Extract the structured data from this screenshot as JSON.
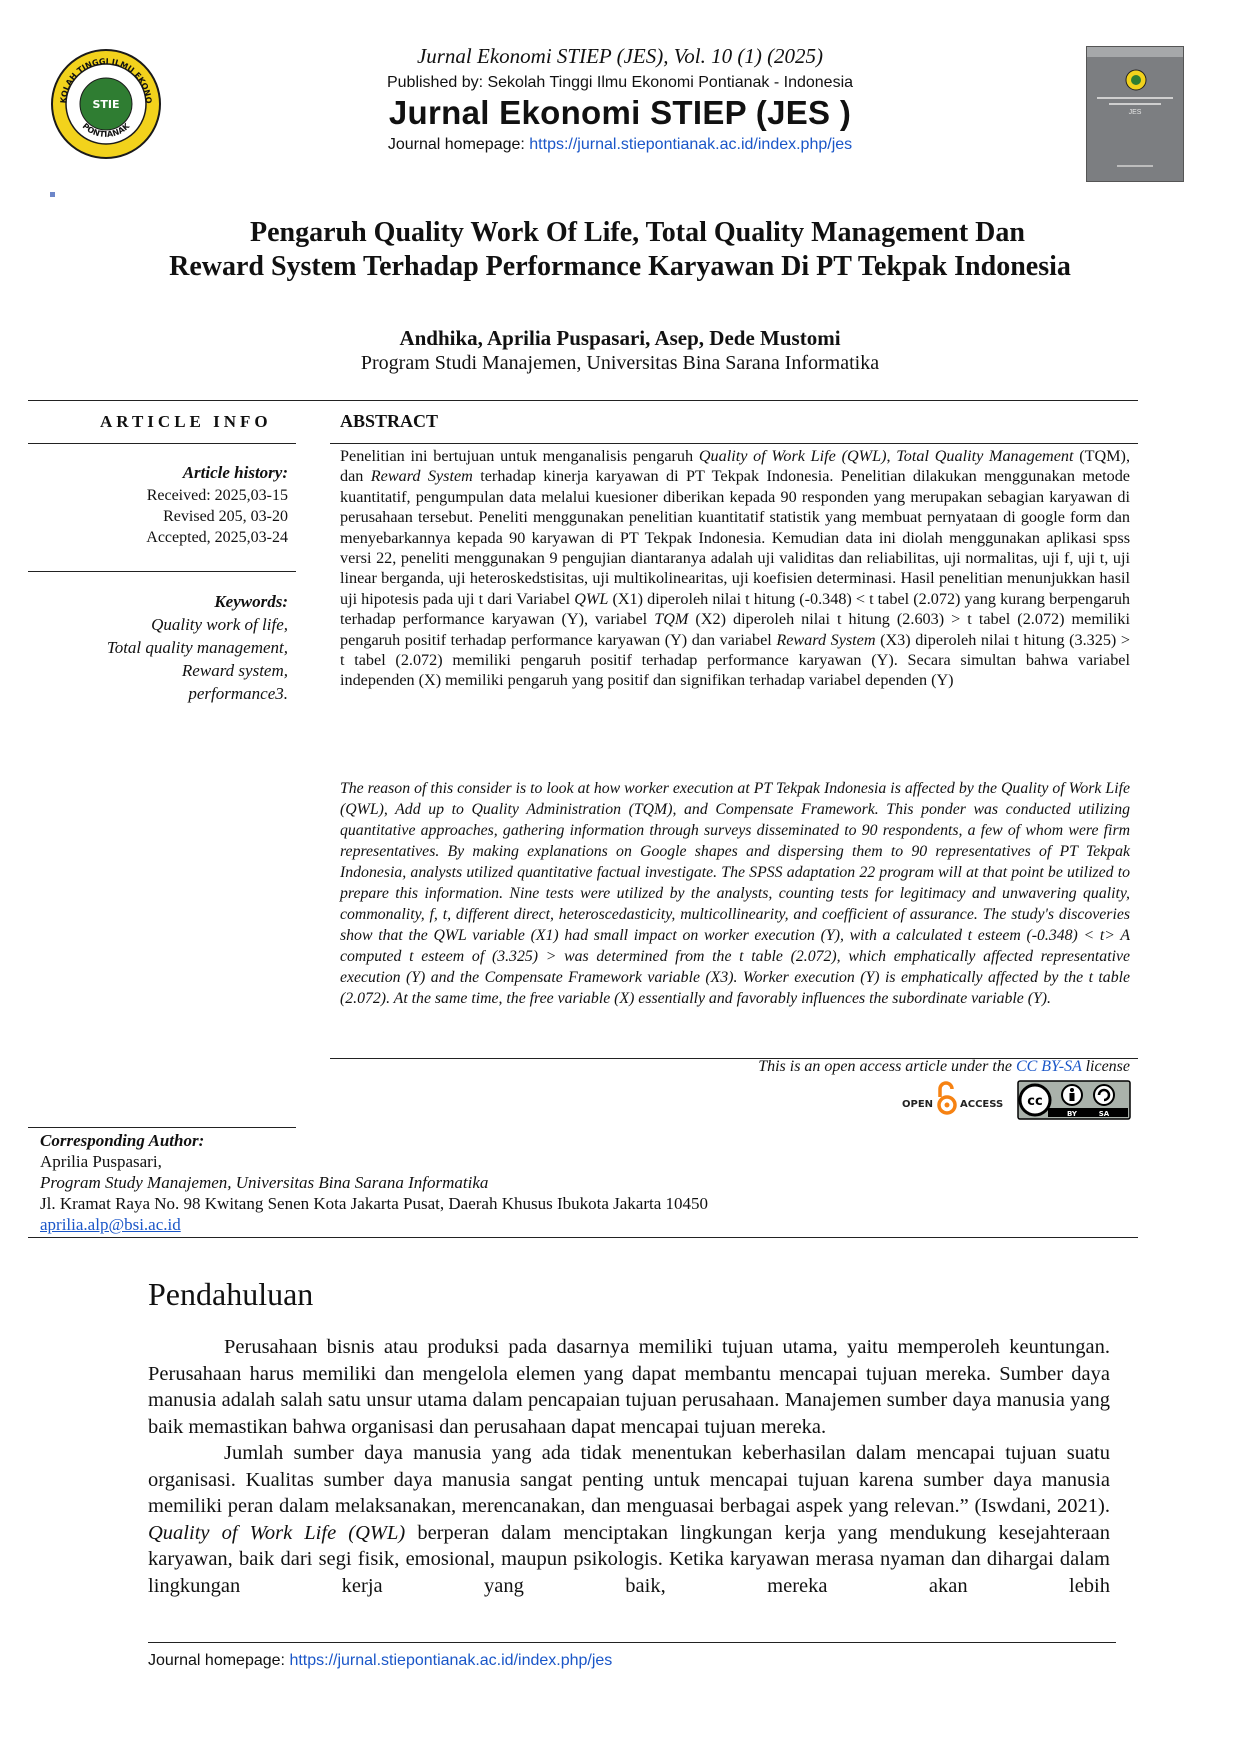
{
  "header": {
    "journal_line": "Jurnal Ekonomi STIEP (JES), Vol. 10 (1) (2025)",
    "publisher": "Published by: Sekolah Tinggi Ilmu Ekonomi Pontianak - Indonesia",
    "journal_name": "Jurnal Ekonomi STIEP (JES )",
    "homepage_label": "Journal homepage: ",
    "homepage_url": "https://jurnal.stiepontianak.ac.id/index.php/jes",
    "logo_text_top": "SEKOLAH TINGGI ILMU EKONOMI",
    "logo_text_bottom": "PONTIANAK",
    "logo_center": "STIE",
    "cover_label": "JES"
  },
  "paper": {
    "title_line1": "Pengaruh Quality Work Of Life, Total Quality Management Dan",
    "title_line2": "Reward System Terhadap Performance Karyawan Di PT Tekpak Indonesia",
    "authors": "Andhika, Aprilia Puspasari, Asep, Dede Mustomi",
    "affiliation": "Program Studi Manajemen, Universitas Bina Sarana Informatika"
  },
  "article_info": {
    "heading": "ARTICLE INFO",
    "history_label": "Article history:",
    "received": "Received: 2025,03-15",
    "revised": "Revised 205, 03-20",
    "accepted": "Accepted, 2025,03-24",
    "keywords_label": "Keywords:",
    "keywords": [
      "Quality work of life,",
      "Total quality management,",
      "Reward system,",
      "performance3."
    ]
  },
  "abstract": {
    "heading": "ABSTRACT",
    "id_p1": "Penelitian ini bertujuan untuk menganalisis pengaruh ",
    "id_i1": "Quality of Work Life (QWL)",
    "id_p2": ", ",
    "id_i2": "Total Quality Management",
    "id_p3": " (TQM), dan ",
    "id_i3": "Reward System",
    "id_p4": " terhadap kinerja karyawan di PT Tekpak Indonesia. Penelitian dilakukan menggunakan metode kuantitatif, pengumpulan data melalui kuesioner diberikan kepada 90 responden yang merupakan sebagian karyawan di perusahaan tersebut. Peneliti menggunakan penelitian kuantitatif statistik yang membuat pernyataan di google form dan menyebarkannya kepada 90 karyawan di PT Tekpak Indonesia. Kemudian data ini diolah menggunakan aplikasi spss versi 22, peneliti menggunakan 9 pengujian diantaranya adalah uji validitas dan reliabilitas, uji normalitas, uji f, uji t, uji linear berganda, uji heteroskedstisitas, uji multikolinearitas, uji koefisien determinasi. Hasil penelitian menunjukkan hasil uji hipotesis pada uji t dari Variabel ",
    "id_i4": "QWL",
    "id_p5": " (X1) diperoleh nilai t hitung (-0.348) < t tabel (2.072) yang kurang berpengaruh terhadap performance karyawan (Y), variabel ",
    "id_i5": "TQM",
    "id_p6": " (X2) diperoleh nilai t hitung (2.603) > t tabel (2.072) memiliki pengaruh positif terhadap performance karyawan (Y) dan variabel ",
    "id_i6": "Reward System",
    "id_p7": " (X3) diperoleh nilai t hitung (3.325) > t tabel (2.072) memiliki pengaruh positif terhadap performance karyawan (Y). Secara simultan bahwa variabel independen (X) memiliki pengaruh yang positif dan signifikan terhadap variabel dependen (Y)",
    "en": "The reason of this consider is to look at how worker execution at PT Tekpak Indonesia is affected by the Quality of Work Life (QWL), Add up to Quality Administration (TQM), and Compensate Framework. This ponder was conducted utilizing quantitative approaches, gathering information through surveys disseminated to 90 respondents, a few of whom were firm representatives. By making explanations on Google shapes and dispersing them to 90 representatives of PT Tekpak Indonesia, analysts utilized quantitative factual investigate. The SPSS adaptation 22 program will at that point be utilized to prepare this information. Nine tests were utilized by the analysts, counting tests for legitimacy and unwavering quality, commonality, f, t, different direct, heteroscedasticity, multicollinearity, and coefficient of assurance. The study's discoveries show that the QWL variable (X1) had small impact on worker execution (Y), with a calculated t esteem (-0.348) < t> A computed t esteem of (3.325) > was determined from the t table (2.072), which emphatically affected representative execution (Y) and the Compensate Framework variable (X3). Worker execution (Y) is emphatically affected by the t table (2.072). At the same time, the free variable (X) essentially and favorably influences the subordinate variable (Y)."
  },
  "license": {
    "text": "This is an open access article under the ",
    "link": "CC BY-SA",
    "suffix": " license",
    "oa_left": "OPEN",
    "oa_right": "ACCESS",
    "cc_labels": [
      "BY",
      "SA"
    ]
  },
  "corresponding": {
    "label": "Corresponding Author:",
    "name": "Aprilia Puspasari,",
    "program": "Program Study Manajemen, Universitas Bina Sarana Informatika",
    "address": "Jl. Kramat Raya No. 98 Kwitang Senen Kota Jakarta Pusat, Daerah Khusus Ibukota Jakarta 10450",
    "email": "aprilia.alp@bsi.ac.id"
  },
  "body": {
    "section_heading": "Pendahuluan",
    "p1": "Perusahaan bisnis atau produksi pada dasarnya memiliki tujuan utama, yaitu memperoleh keuntungan. Perusahaan harus memiliki dan mengelola elemen yang dapat membantu mencapai tujuan mereka. Sumber daya manusia adalah salah satu unsur utama dalam pencapaian tujuan perusahaan. Manajemen sumber daya manusia yang baik memastikan bahwa organisasi dan perusahaan dapat mencapai tujuan mereka.",
    "p2a": "Jumlah sumber daya manusia yang ada tidak menentukan keberhasilan dalam mencapai tujuan suatu organisasi. Kualitas sumber daya manusia sangat penting untuk mencapai tujuan karena sumber daya manusia memiliki peran dalam melaksanakan, merencanakan, dan menguasai berbagai aspek yang relevan.” (Iswdani, 2021). ",
    "p2_i": "Quality of Work Life (QWL)",
    "p2b": " berperan dalam menciptakan lingkungan kerja yang mendukung kesejahteraan karyawan, baik dari segi fisik, emosional, maupun psikologis. Ketika karyawan merasa nyaman dan dihargai dalam lingkungan kerja yang baik, mereka akan lebih"
  },
  "footer": {
    "label": "Journal homepage: ",
    "url": "https://jurnal.stiepontianak.ac.id/index.php/jes"
  }
}
